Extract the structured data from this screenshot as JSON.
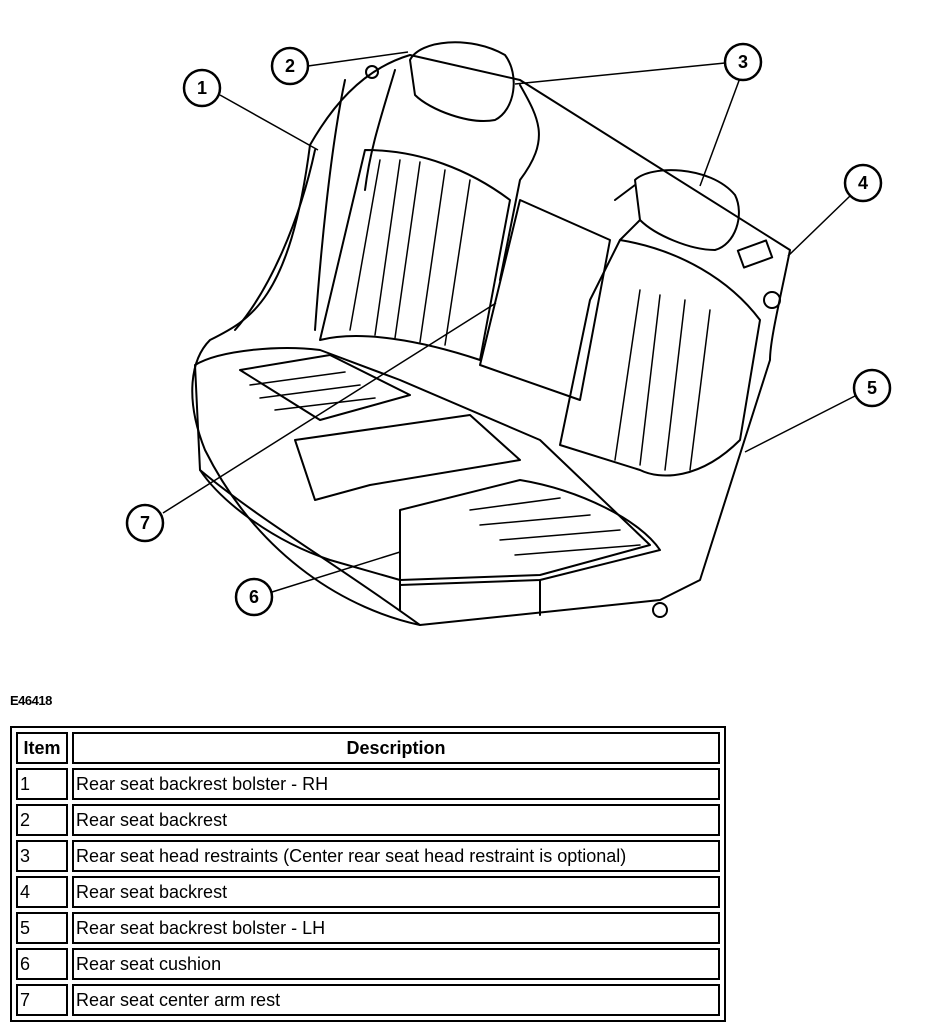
{
  "figure": {
    "id_label": "E46418",
    "callouts": [
      {
        "number": "1"
      },
      {
        "number": "2"
      },
      {
        "number": "3"
      },
      {
        "number": "4"
      },
      {
        "number": "5"
      },
      {
        "number": "6"
      },
      {
        "number": "7"
      }
    ]
  },
  "table": {
    "headers": {
      "item": "Item",
      "description": "Description"
    },
    "rows": [
      {
        "item": "1",
        "description": "Rear seat backrest bolster - RH"
      },
      {
        "item": "2",
        "description": "Rear seat backrest"
      },
      {
        "item": "3",
        "description": "Rear seat head restraints (Center rear seat head restraint is optional)"
      },
      {
        "item": "4",
        "description": "Rear seat backrest"
      },
      {
        "item": "5",
        "description": "Rear seat backrest bolster - LH"
      },
      {
        "item": "6",
        "description": "Rear seat cushion"
      },
      {
        "item": "7",
        "description": "Rear seat center arm rest"
      }
    ]
  }
}
